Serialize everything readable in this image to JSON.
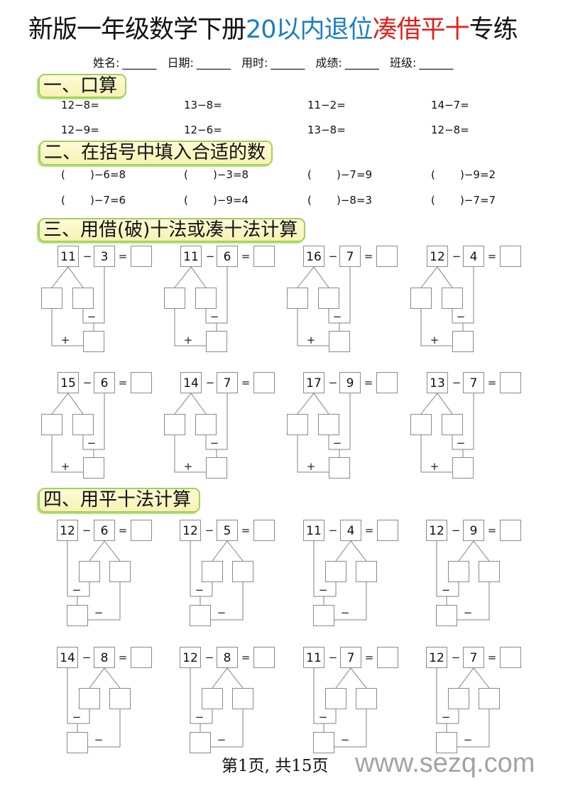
{
  "header": {
    "title": [
      {
        "text": "新版一年级数学下册"
      },
      {
        "text": "20以内退位"
      },
      {
        "text": "凑借平十"
      },
      {
        "text": "专练"
      }
    ],
    "info_line": [
      {
        "label": "姓名:",
        "blank": "______"
      },
      {
        "label": "日期:",
        "blank": "______"
      },
      {
        "label": "用时:",
        "blank": "______"
      },
      {
        "label": "成绩:",
        "blank": "______"
      },
      {
        "label": "班级:",
        "blank": "______"
      }
    ]
  },
  "colors": {
    "title_black": "#111111",
    "title_blue": "#1b7fc1",
    "title_red": "#e0201c",
    "pill_border": "#9fd15c",
    "pill_fill": "#fbf8c6",
    "footer_site": "#a3a3a3"
  },
  "symbols": {
    "minus": "−",
    "equals": "=",
    "plus": "+"
  },
  "sections": [
    {
      "heading": "一、口算",
      "rows": [
        [
          "12−8=",
          "13−8=",
          "11−2=",
          "14−7="
        ],
        [
          "12−9=",
          "12−6=",
          "13−8=",
          "12−8="
        ]
      ]
    },
    {
      "heading": "二、在括号中填入合适的数",
      "rows": [
        [
          {
            "open": "(",
            "rest": ")−6=8"
          },
          {
            "open": "(",
            "rest": ")−3=8"
          },
          {
            "open": "(",
            "rest": ")−7=9"
          },
          {
            "open": "(",
            "rest": ")−9=2"
          }
        ],
        [
          {
            "open": "(",
            "rest": ")−7=6"
          },
          {
            "open": "(",
            "rest": ")−9=4"
          },
          {
            "open": "(",
            "rest": ")−8=3"
          },
          {
            "open": "(",
            "rest": ")−7=7"
          }
        ]
      ]
    },
    {
      "heading": "三、用借(破)十法或凑十法计算",
      "problems": [
        {
          "a": "11",
          "b": "3"
        },
        {
          "a": "11",
          "b": "6"
        },
        {
          "a": "16",
          "b": "7"
        },
        {
          "a": "12",
          "b": "4"
        },
        {
          "a": "15",
          "b": "6"
        },
        {
          "a": "14",
          "b": "7"
        },
        {
          "a": "17",
          "b": "9"
        },
        {
          "a": "13",
          "b": "7"
        }
      ]
    },
    {
      "heading": "四、用平十法计算",
      "problems": [
        {
          "a": "12",
          "b": "6"
        },
        {
          "a": "12",
          "b": "5"
        },
        {
          "a": "11",
          "b": "4"
        },
        {
          "a": "12",
          "b": "9"
        },
        {
          "a": "14",
          "b": "8"
        },
        {
          "a": "12",
          "b": "8"
        },
        {
          "a": "11",
          "b": "7"
        },
        {
          "a": "12",
          "b": "7"
        }
      ]
    }
  ],
  "footer": {
    "page": "第1页, 共15页",
    "site": "www.sezq.com"
  }
}
